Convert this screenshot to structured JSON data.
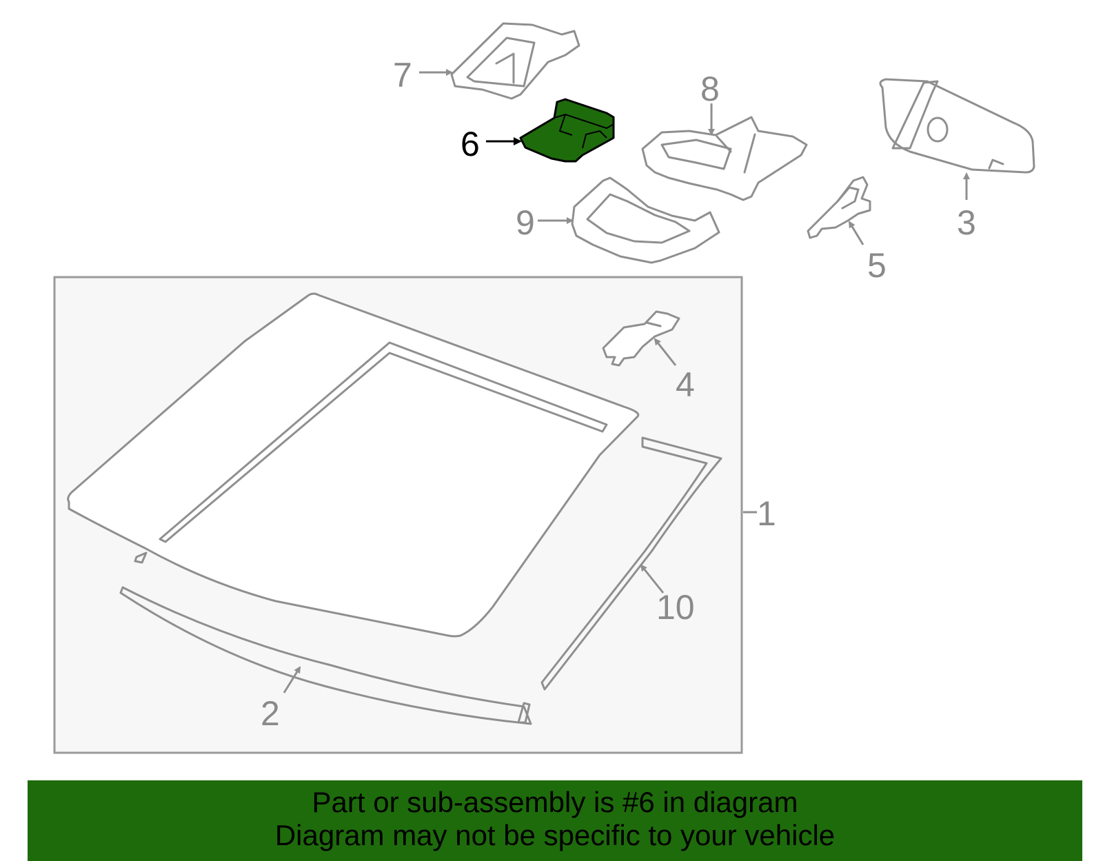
{
  "diagram": {
    "callouts": [
      "1",
      "2",
      "3",
      "4",
      "5",
      "6",
      "7",
      "8",
      "9",
      "10"
    ],
    "highlighted_part": "6",
    "highlight_color": "#1e6b0c"
  },
  "banner": {
    "line1": "Part or sub-assembly is #6 in diagram",
    "line2": "Diagram may not be specific to your vehicle",
    "background": "#1e6b0c"
  }
}
